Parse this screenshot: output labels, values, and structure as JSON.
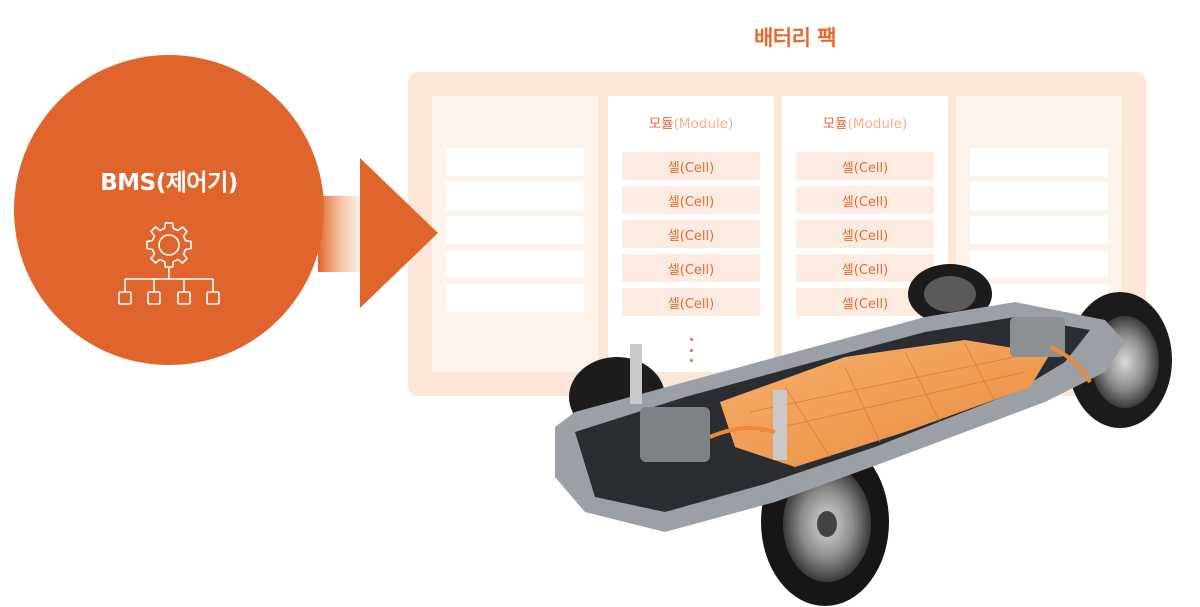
{
  "diagram": {
    "pack_title": "배터리 팩",
    "bms_label": "BMS(제어기)",
    "modules": [
      {
        "title_ko": "모듈",
        "title_en": "(Module)",
        "cells": [
          "셀(Cell)",
          "셀(Cell)",
          "셀(Cell)",
          "셀(Cell)",
          "셀(Cell)"
        ]
      },
      {
        "title_ko": "모듈",
        "title_en": "(Module)",
        "cells": [
          "셀(Cell)",
          "셀(Cell)",
          "셀(Cell)",
          "셀(Cell)",
          "셀(Cell)"
        ]
      }
    ]
  },
  "colors": {
    "accent": "#e56a2c",
    "circle": "#e0652c",
    "pack_background": "#fbe6d8",
    "cell_background": "#fcebe0",
    "battery": "#f29a4c"
  },
  "icons": [
    "gear-network-icon",
    "arrow-right-icon",
    "ev-skateboard-chassis-image"
  ]
}
